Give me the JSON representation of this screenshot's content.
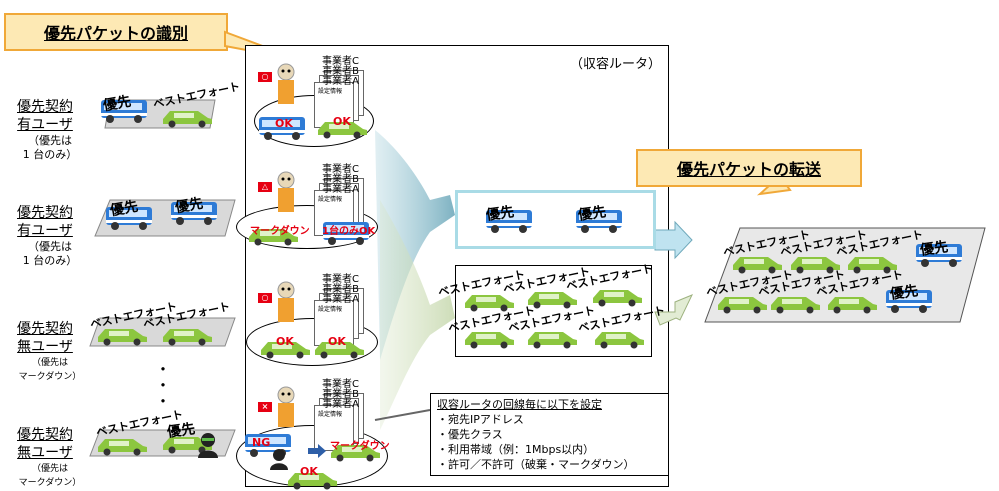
{
  "callouts": {
    "identify": "優先パケットの識別",
    "forward": "優先パケットの転送"
  },
  "router_label": "（収容ルータ）",
  "users": [
    {
      "title1": "優先契約",
      "title2": "有ユーザ",
      "sub1": "（優先は",
      "sub2": "1 台のみ）"
    },
    {
      "title1": "優先契約",
      "title2": "有ユーザ",
      "sub1": "（優先は",
      "sub2": "1 台のみ）"
    },
    {
      "title1": "優先契約",
      "title2": "無ユーザ",
      "sub1": "（優先は",
      "sub2": "マークダウン）"
    },
    {
      "title1": "優先契約",
      "title2": "無ユーザ",
      "sub1": "（優先は",
      "sub2": "マークダウン）"
    }
  ],
  "labels": {
    "priority": "優先",
    "best_effort": "ベストエフォート",
    "ok": "OK",
    "ng": "NG",
    "markdown": "マークダウン",
    "one_only_ok": "1台のみOK",
    "settings_info": "設定情報",
    "op_a": "事業者A",
    "op_b": "事業者B",
    "op_c": "事業者C"
  },
  "signs": [
    "○",
    "△",
    "○",
    "×"
  ],
  "config": {
    "title": "収容ルータの回線毎に以下を設定",
    "items": [
      "・宛先IPアドレス",
      "・優先クラス",
      "・利用帯域（例：1Mbps以内）",
      "・許可／不許可（破棄・マークダウン）"
    ]
  },
  "colors": {
    "callout_fill": "#fde9b4",
    "callout_border": "#f0a838",
    "bus_blue": "#2e7bd6",
    "car_green": "#8cc63f",
    "ok_red": "#e60012",
    "priority_queue_border": "#7fc7d4"
  }
}
